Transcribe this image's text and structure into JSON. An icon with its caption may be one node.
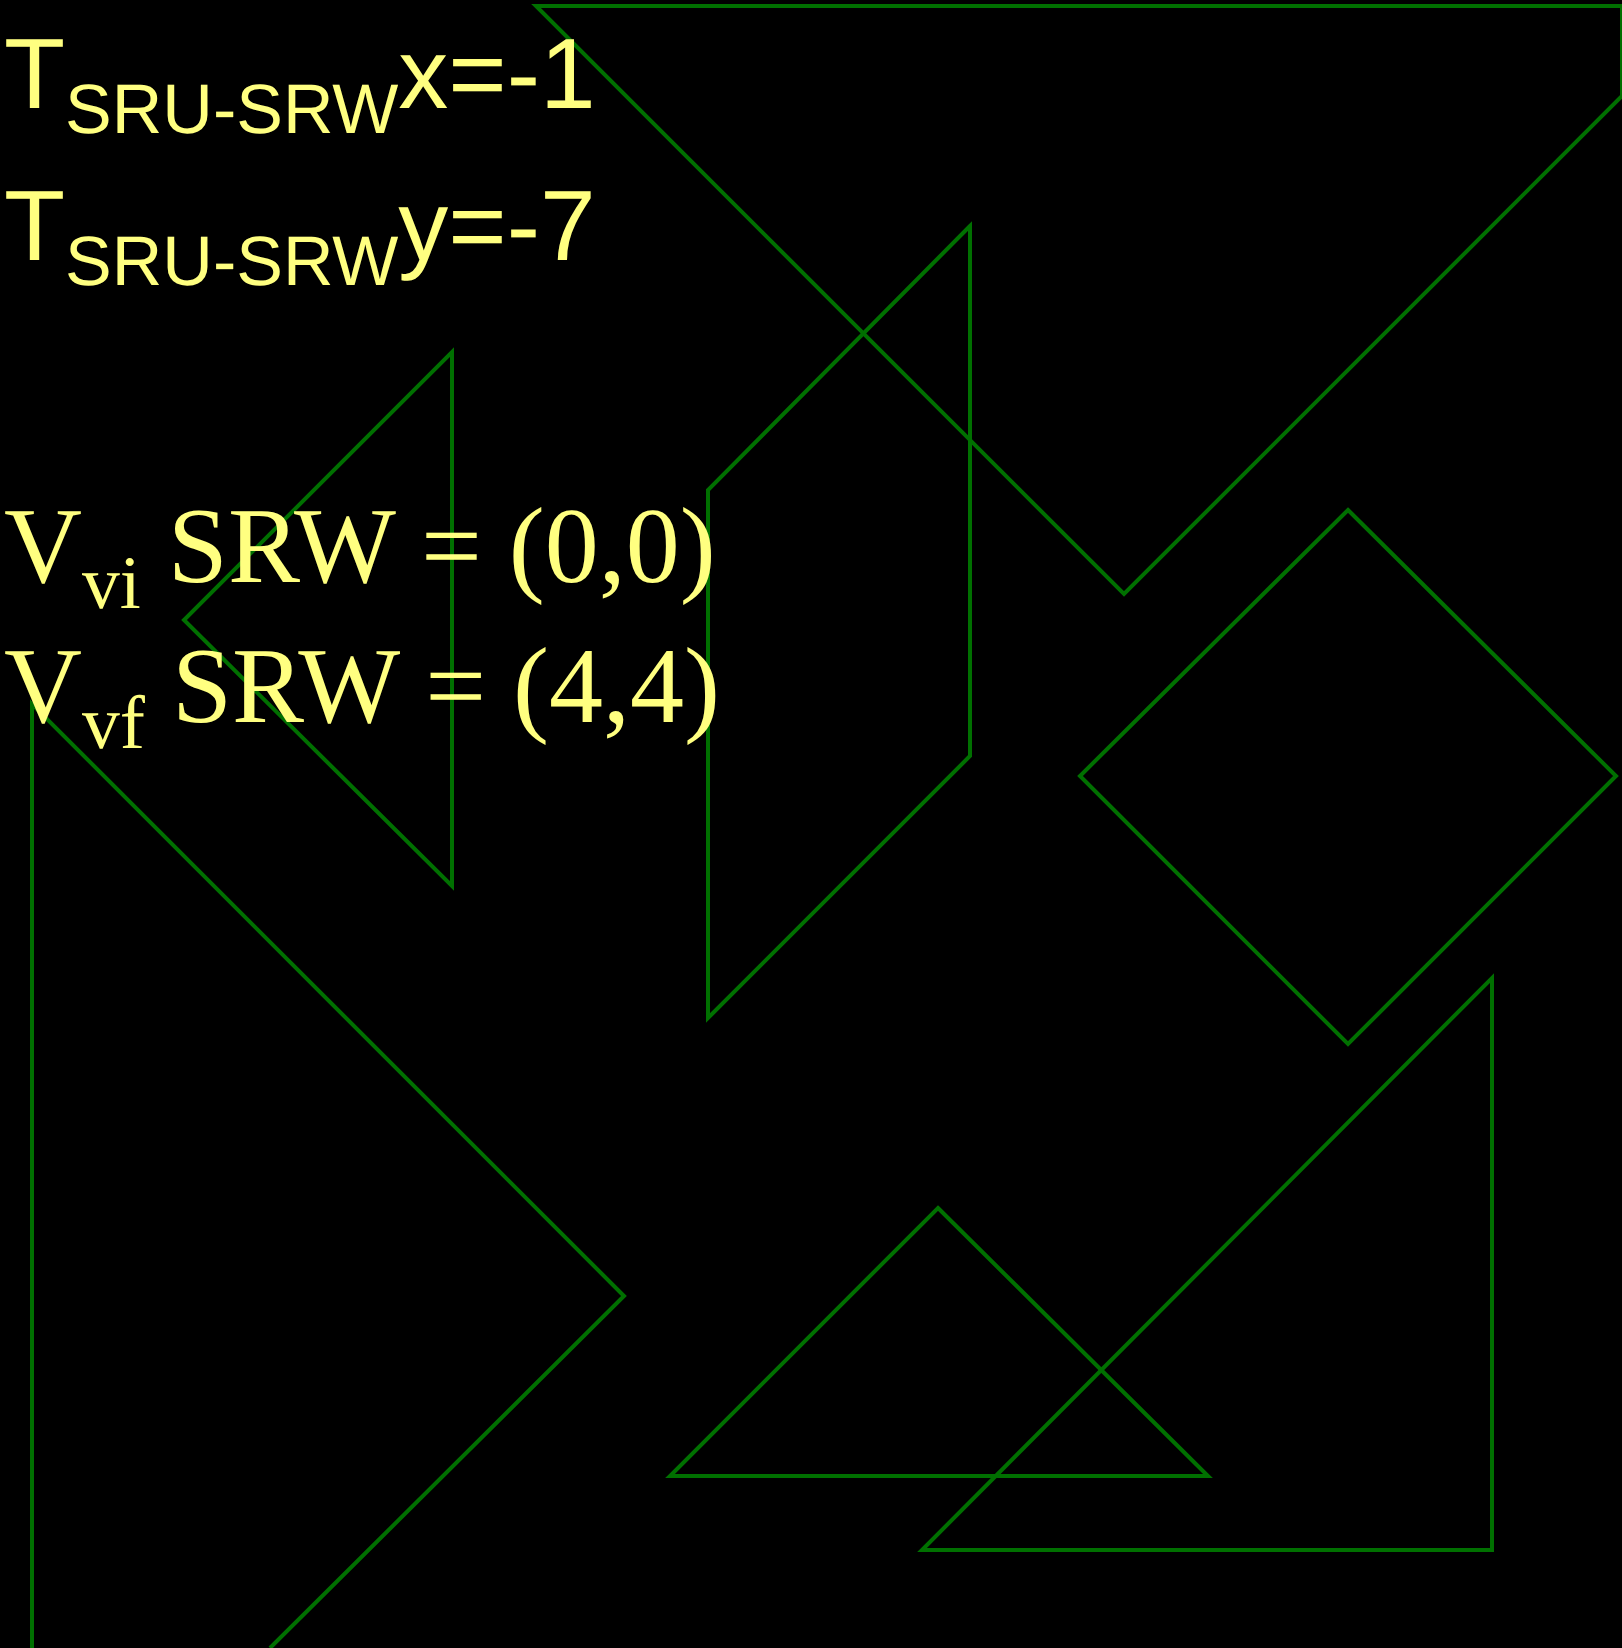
{
  "diagram": {
    "labels": [
      "T$_{SRU-SRW}$x=-1",
      "T$_{SRU-SRW}$y=-7",
      "V$_{vi}$ SRW = (0,0)",
      "V$_{vf}$ SRW = (4,4)"
    ]
  }
}
